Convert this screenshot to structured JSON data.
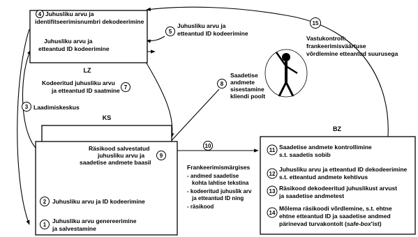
{
  "lz_box": {
    "step4": {
      "n": "4",
      "line1": "Juhusliku arvu ja",
      "line2": "identifitseerimisnumbri dekodeerimine"
    },
    "encode": {
      "line1": "Juhusliku arvu ja",
      "line2": "etteantud ID kodeerimine"
    },
    "label": "LZ"
  },
  "step5": {
    "n": "5",
    "line1": "Juhusliku arvu ja",
    "line2": "etteantud ID kodeerimine"
  },
  "step7": {
    "n": "7",
    "line1": "Kodeeritud juhusliku arvu",
    "line2": "ja etteantud ID saatmine"
  },
  "step3": {
    "n": "3",
    "text": "Laadimiskeskus"
  },
  "step8": {
    "n": "8",
    "line1": "Saadetise",
    "line2": "andmete",
    "line3": "sisestamine",
    "line4": "kliendi poolt"
  },
  "step15": {
    "n": "15",
    "line1": "Vastukontroll:",
    "line2": "frankeerimisväärtuse",
    "line3": "võrdlemine etteantud suurusega"
  },
  "ks_box": {
    "label": "KS",
    "step9": {
      "n": "9",
      "line1": "Räsikood salvestatud",
      "line2": "juhusliku arvu ja",
      "line3": "saadetise andmete baasil"
    },
    "step2": {
      "n": "2",
      "text": "Juhusliku arvu ja ID kodeerimine"
    },
    "step1": {
      "n": "1",
      "line1": "Juhusliku arvu genereerimine",
      "line2": "ja salvestamine"
    }
  },
  "step10": {
    "n": "10",
    "title": "Frankeerimismärgises",
    "items": [
      {
        "line1": "- andmed saadetise",
        "line2": "kohta lahtise tekstina"
      },
      {
        "line1": "- kodeeritud juhuslik arv",
        "line2": "ja etteantud ID ning"
      },
      {
        "line1": "- räsikood",
        "line2": ""
      }
    ]
  },
  "bz_box": {
    "label": "BZ",
    "step11": {
      "n": "11",
      "line1": "Saadetise andmete kontrollimine",
      "line2": "s.t. saadetis sobib"
    },
    "step12": {
      "n": "12",
      "line1": "Juhusliku arvu ja etteantud ID dekodeerimine",
      "line2": "s.t. etteantud andmete kehtivus"
    },
    "step13": {
      "n": "13",
      "line1": "Räsikood dekodeeritud juhuslikust arvust",
      "line2": "ja saadetise andmetest"
    },
    "step14": {
      "n": "14",
      "line1": "Mõlema räsikoodi võrdlemine, s.t. ehtne",
      "line2": "ehtne etteantud ID ja saadetise andmed",
      "line3_pre": "pärinevad turvakontolt (",
      "line3_em": "safe-box",
      "line3_post": "'ist)"
    }
  }
}
